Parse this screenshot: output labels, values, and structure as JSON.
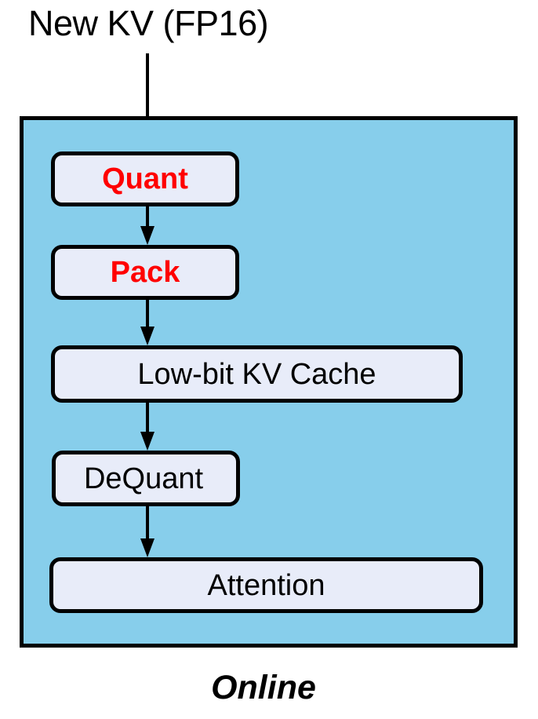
{
  "diagram": {
    "input_label": "New KV (FP16)",
    "caption": "Online",
    "container_color": "#87CEEB",
    "box_fill_color": "#E8ECF9",
    "border_color": "#000000",
    "highlight_color": "#FF0000",
    "steps": [
      {
        "label": "Quant",
        "highlighted": true
      },
      {
        "label": "Pack",
        "highlighted": true
      },
      {
        "label": "Low-bit KV Cache",
        "highlighted": false
      },
      {
        "label": "DeQuant",
        "highlighted": false
      },
      {
        "label": "Attention",
        "highlighted": false
      }
    ],
    "arrows": [
      {
        "from": "New KV (FP16)",
        "to": "Quant"
      },
      {
        "from": "Quant",
        "to": "Pack"
      },
      {
        "from": "Pack",
        "to": "Low-bit KV Cache"
      },
      {
        "from": "Low-bit KV Cache",
        "to": "DeQuant"
      },
      {
        "from": "DeQuant",
        "to": "Attention"
      }
    ]
  }
}
